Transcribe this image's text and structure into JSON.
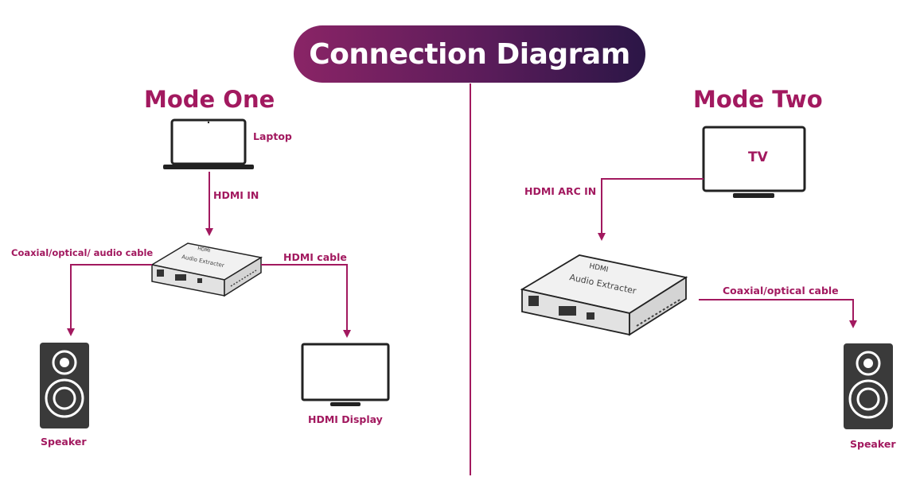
{
  "title": "Connection Diagram",
  "accent_color": "#a2195f",
  "mode_one": {
    "title": "Mode One",
    "laptop_label": "Laptop",
    "hdmi_in_label": "HDMI IN",
    "audio_cable_label": "Coaxial/optical/ audio cable",
    "hdmi_cable_label": "HDMI cable",
    "speaker_label": "Speaker",
    "display_label": "HDMI Display"
  },
  "mode_two": {
    "title": "Mode Two",
    "tv_label": "TV",
    "hdmi_arc_label": "HDMI ARC IN",
    "cable_label": "Coaxial/optical cable",
    "speaker_label": "Speaker"
  },
  "device": {
    "brand": "HDMI",
    "name": "Audio Extracter"
  }
}
